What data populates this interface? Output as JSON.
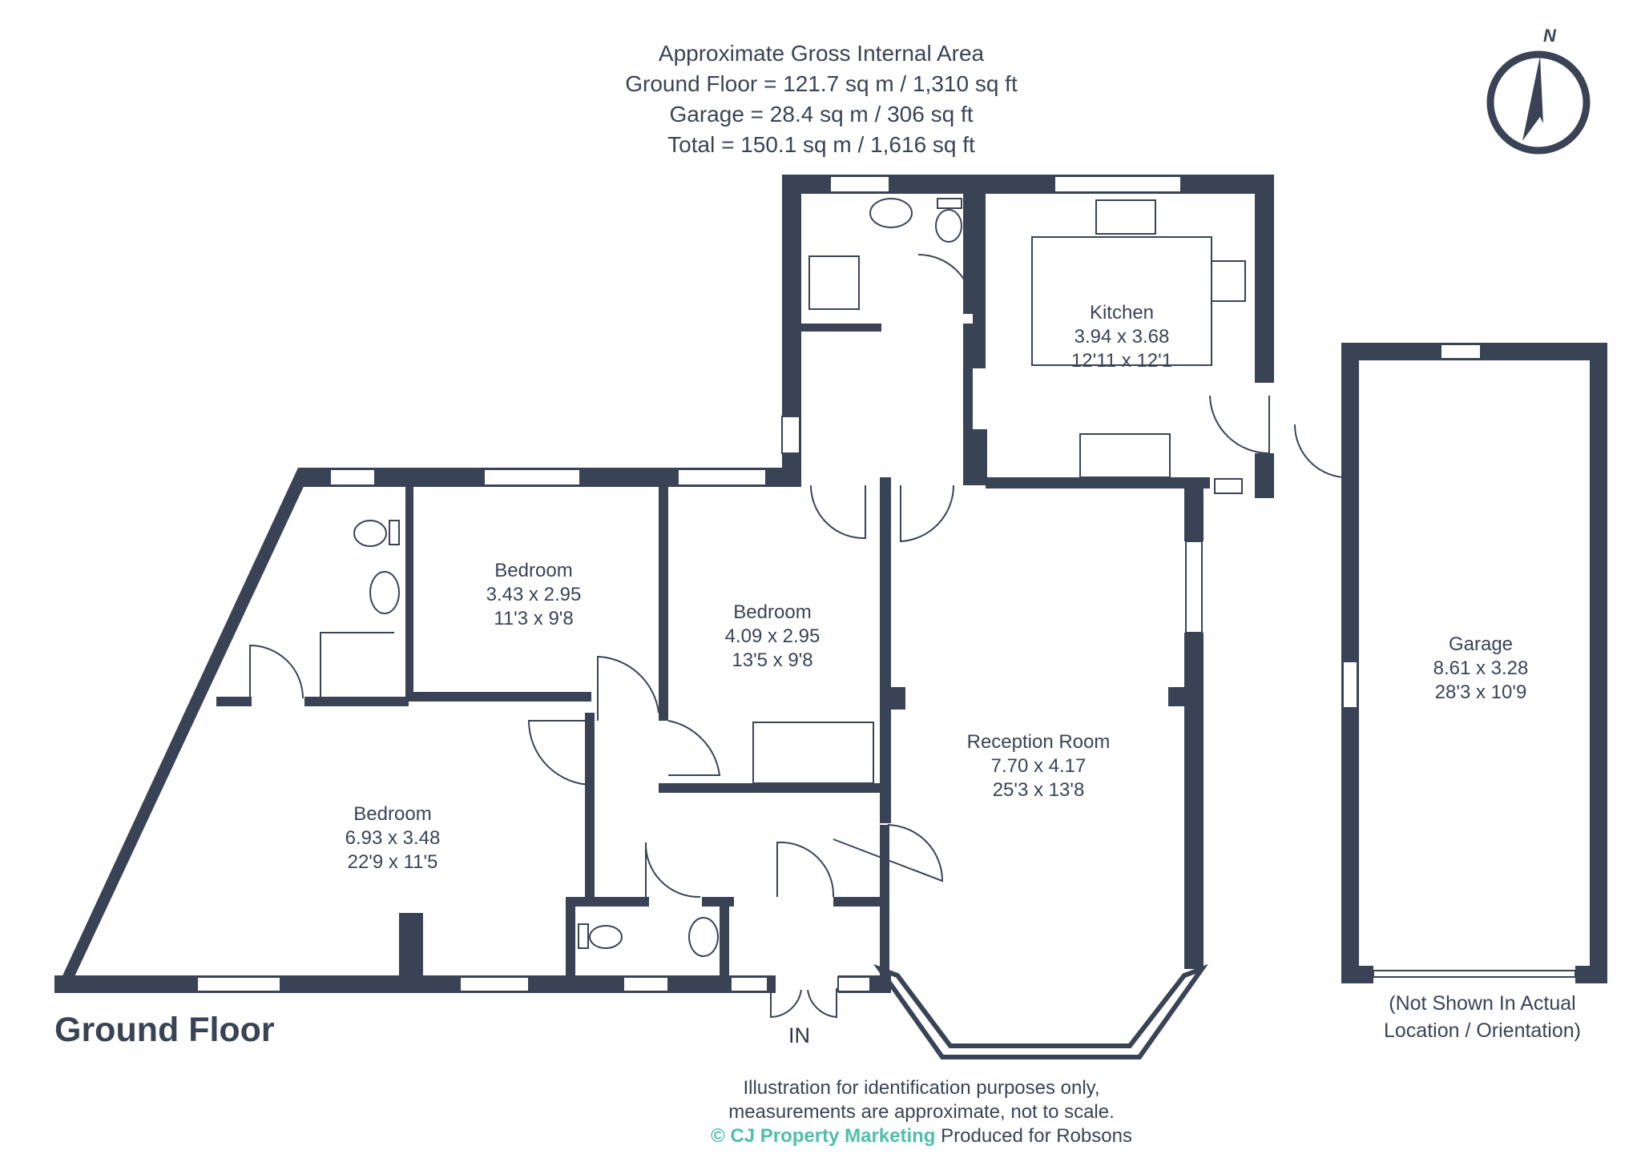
{
  "header": {
    "title": "Approximate Gross Internal Area",
    "ground_floor": "Ground Floor = 121.7 sq m / 1,310 sq ft",
    "garage": "Garage = 28.4 sq m / 306 sq ft",
    "total": "Total = 150.1 sq m / 1,616 sq ft"
  },
  "compass": {
    "label": "N"
  },
  "rooms": {
    "kitchen": {
      "name": "Kitchen",
      "metric": "3.94 x 3.68",
      "imperial": "12'11 x 12'1"
    },
    "bedroom_mid": {
      "name": "Bedroom",
      "metric": "3.43 x 2.95",
      "imperial": "11'3 x 9'8"
    },
    "bedroom_right": {
      "name": "Bedroom",
      "metric": "4.09 x 2.95",
      "imperial": "13'5 x 9'8"
    },
    "bedroom_left": {
      "name": "Bedroom",
      "metric": "6.93 x 3.48",
      "imperial": "22'9 x 11'5"
    },
    "reception": {
      "name": "Reception Room",
      "metric": "7.70 x 4.17",
      "imperial": "25'3 x 13'8"
    },
    "garage": {
      "name": "Garage",
      "metric": "8.61 x 3.28",
      "imperial": "28'3 x 10'9"
    }
  },
  "floor_title": "Ground Floor",
  "entrance_label": "IN",
  "garage_note": {
    "line1": "(Not Shown In Actual",
    "line2": "Location / Orientation)"
  },
  "footer": {
    "line1": "Illustration for identification purposes only,",
    "line2": "measurements are approximate, not to scale.",
    "brand": "© CJ Property Marketing",
    "produced": "Produced for Robsons"
  },
  "colors": {
    "wall": "#3a4355",
    "text": "#3a4355",
    "brand": "#4fbfa8"
  }
}
